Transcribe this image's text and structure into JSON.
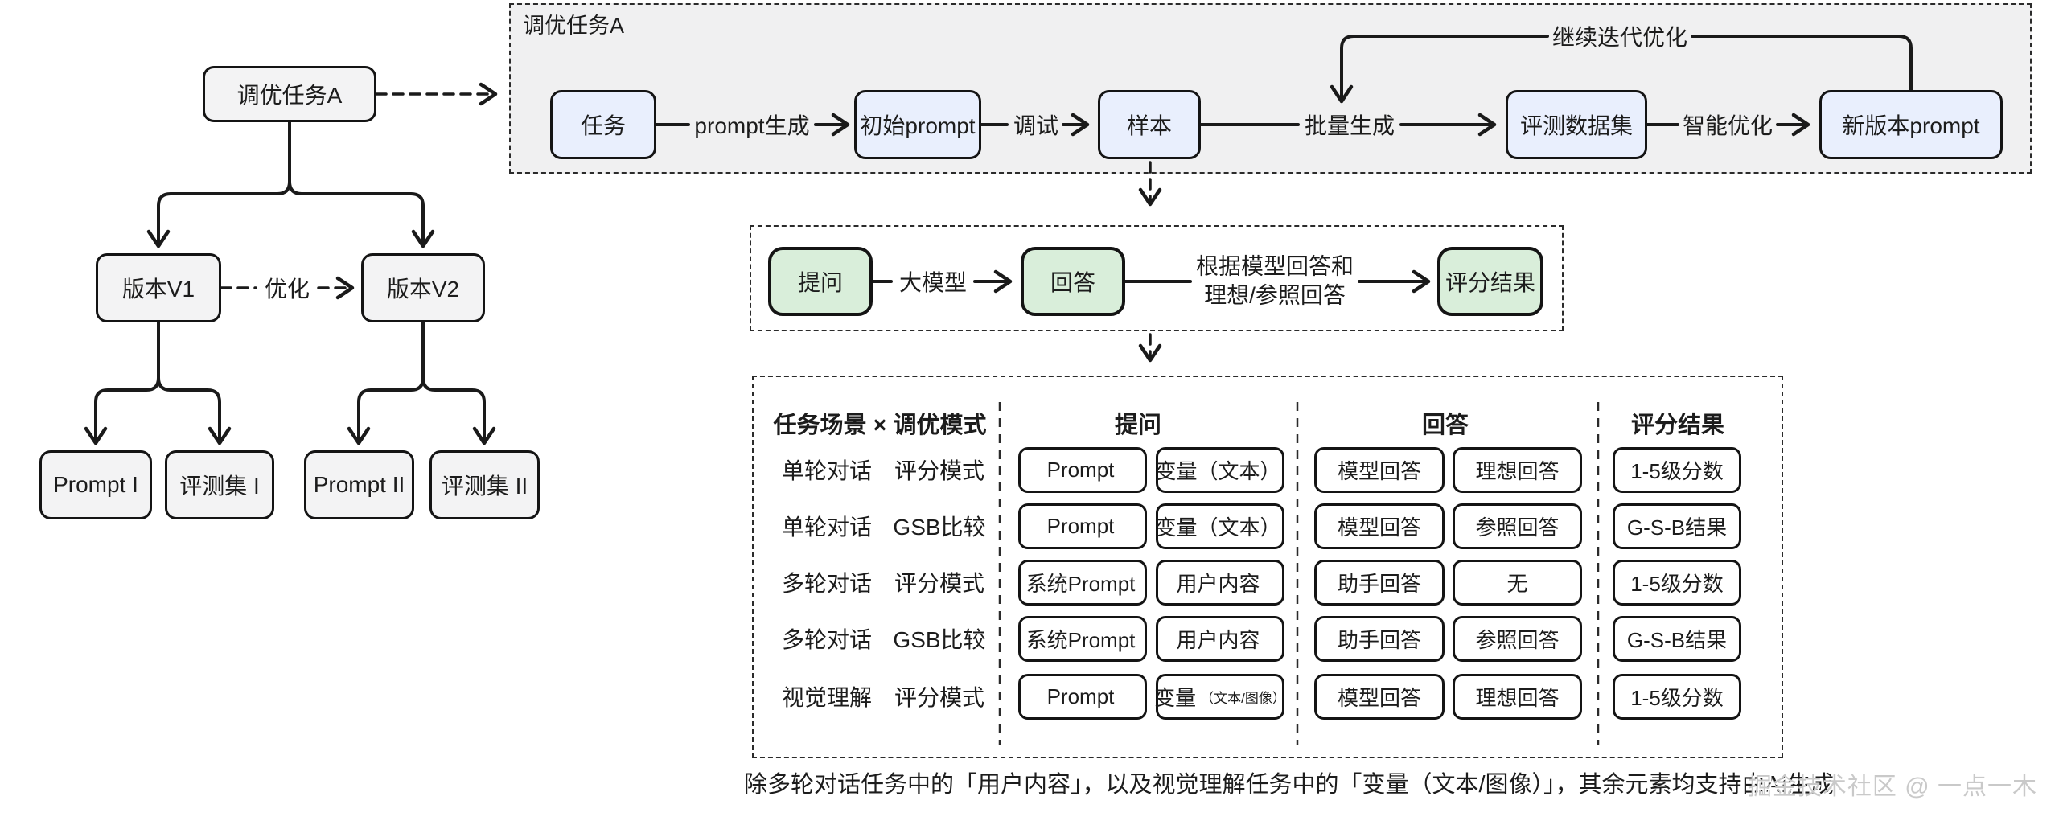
{
  "left_tree": {
    "root": "调优任务A",
    "optimize_label": "优化",
    "v1": "版本V1",
    "v2": "版本V2",
    "prompt1": "Prompt I",
    "evalset1": "评测集 I",
    "prompt2": "Prompt II",
    "evalset2": "评测集 II"
  },
  "pipeline": {
    "container_label": "调优任务A",
    "nodes": {
      "task": "任务",
      "initial_prompt": "初始prompt",
      "sample": "样本",
      "eval_dataset": "评测数据集",
      "new_prompt": "新版本prompt"
    },
    "edges": {
      "prompt_gen": "prompt生成",
      "debug": "调试",
      "batch_gen": "批量生成",
      "smart_opt": "智能优化",
      "iterate": "继续迭代优化"
    }
  },
  "scoring_flow": {
    "ask": "提问",
    "model": "大模型",
    "answer": "回答",
    "criteria_line1": "根据模型回答和",
    "criteria_line2": "理想/参照回答",
    "score": "评分结果"
  },
  "matrix": {
    "headers": {
      "scenario_mode": "任务场景 × 调优模式",
      "ask": "提问",
      "answer": "回答",
      "score": "评分结果"
    },
    "rows": [
      {
        "scenario": "单轮对话",
        "mode": "评分模式",
        "ask1": {
          "label": "Prompt",
          "sub": ""
        },
        "ask2": {
          "label": "变量（文本）",
          "sub": ""
        },
        "ans1": "模型回答",
        "ans2": "理想回答",
        "score": "1-5级分数"
      },
      {
        "scenario": "单轮对话",
        "mode": "GSB比较",
        "ask1": {
          "label": "Prompt",
          "sub": ""
        },
        "ask2": {
          "label": "变量（文本）",
          "sub": ""
        },
        "ans1": "模型回答",
        "ans2": "参照回答",
        "score": "G-S-B结果"
      },
      {
        "scenario": "多轮对话",
        "mode": "评分模式",
        "ask1": {
          "label": "系统Prompt",
          "sub": ""
        },
        "ask2": {
          "label": "用户内容",
          "sub": ""
        },
        "ans1": "助手回答",
        "ans2": "无",
        "score": "1-5级分数"
      },
      {
        "scenario": "多轮对话",
        "mode": "GSB比较",
        "ask1": {
          "label": "系统Prompt",
          "sub": ""
        },
        "ask2": {
          "label": "用户内容",
          "sub": ""
        },
        "ans1": "助手回答",
        "ans2": "参照回答",
        "score": "G-S-B结果"
      },
      {
        "scenario": "视觉理解",
        "mode": "评分模式",
        "ask1": {
          "label": "Prompt",
          "sub": ""
        },
        "ask2": {
          "label": "变量",
          "sub": "（文本/图像）"
        },
        "ans1": "模型回答",
        "ans2": "理想回答",
        "score": "1-5级分数"
      }
    ],
    "footnote": "除多轮对话任务中的「用户内容」，以及视觉理解任务中的「变量（文本/图像）」，其余元素均支持由AI生成"
  },
  "watermark": "掘金技术社区 @ 一点一木",
  "colors": {
    "container_fill": "#f0f0f1",
    "node_gray": "#f3f3f4",
    "node_blue": "#e9effd",
    "node_green": "#d9eeda",
    "line": "#1a1a1a",
    "watermark": "#c9c9c9"
  }
}
